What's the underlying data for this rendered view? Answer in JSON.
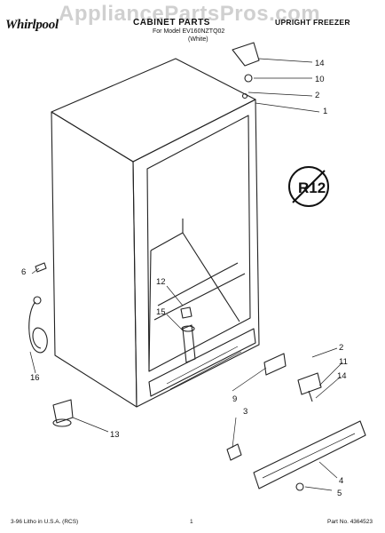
{
  "header": {
    "brand": "Whirlpool",
    "watermark": "AppliancePartsPros.com",
    "title": "CABINET PARTS",
    "product": "UPRIGHT FREEZER",
    "model": "For Model EV160NZTQ02",
    "finish": "(White)"
  },
  "badge": {
    "text": "R12"
  },
  "callouts": [
    {
      "label": "14"
    },
    {
      "label": "10"
    },
    {
      "label": "2"
    },
    {
      "label": "1"
    },
    {
      "label": "6"
    },
    {
      "label": "12"
    },
    {
      "label": "15"
    },
    {
      "label": "16"
    },
    {
      "label": "2"
    },
    {
      "label": "11"
    },
    {
      "label": "14"
    },
    {
      "label": "9"
    },
    {
      "label": "3"
    },
    {
      "label": "13"
    },
    {
      "label": "4"
    },
    {
      "label": "5"
    }
  ],
  "footer": {
    "left": "3-96 Litho in U.S.A. (RCS)",
    "page": "1",
    "part_no": "Part No. 4364523"
  }
}
